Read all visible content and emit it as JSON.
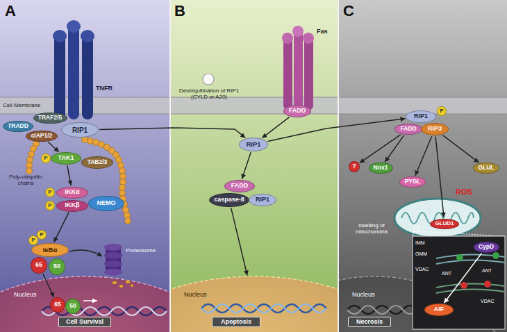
{
  "diagram": {
    "nodes": [
      {
        "text": [
          "TRADD"
        ]
      },
      {
        "text": [
          "TRAF2/5"
        ]
      },
      {
        "text": [
          "cIAP1/2"
        ]
      },
      {
        "text": [
          "RIP1"
        ]
      },
      {
        "text": [
          "P"
        ]
      },
      {
        "text": [
          "TAK1"
        ]
      },
      {
        "text": [
          "TAB2/3"
        ]
      },
      {
        "text": [
          "P"
        ]
      },
      {
        "text": [
          "IKKα"
        ]
      },
      {
        "text": [
          "P"
        ]
      },
      {
        "text": [
          "IKKβ"
        ]
      },
      {
        "text": [
          "NEMO"
        ]
      },
      {
        "text": [
          "P"
        ]
      },
      {
        "text": [
          "P"
        ]
      },
      {
        "text": [
          "IκBα"
        ]
      },
      {
        "text": [
          "65"
        ]
      },
      {
        "text": [
          "50"
        ]
      },
      {
        "text": [
          "Nucleus"
        ]
      },
      {
        "text": [
          "65"
        ],
        "in": 17
      },
      {
        "text": [
          "50"
        ],
        "in": 17
      },
      {
        "text": [
          "Cell Survival"
        ],
        "in": 17
      },
      {
        "text": [
          "FADD"
        ]
      },
      {
        "text": [
          "RIP1"
        ]
      },
      {
        "text": [
          "FADD"
        ]
      },
      {
        "text": [
          "caspase-8"
        ]
      },
      {
        "text": [
          "RIP1"
        ]
      },
      {
        "text": [
          "Nucleus"
        ]
      },
      {
        "text": [
          "Apoptosis"
        ],
        "in": 26
      },
      {
        "text": [
          "RIP1"
        ]
      },
      {
        "text": [
          "P"
        ]
      },
      {
        "text": [
          "FADD"
        ]
      },
      {
        "text": [
          "RIP3"
        ]
      },
      {
        "text": [
          "?"
        ]
      },
      {
        "text": [
          "Nox1"
        ]
      },
      {
        "text": [
          "PYGL"
        ]
      },
      {
        "text": [
          "GLUL"
        ]
      },
      {
        "text": [
          "GLUD1"
        ]
      },
      {
        "text": [
          "Nucleus"
        ]
      },
      {
        "text": [
          "Necrosis"
        ],
        "in": 37
      },
      {
        "text": [
          "CypD"
        ]
      },
      {
        "text": [
          "AIF"
        ]
      }
    ],
    "edges": [
      {
        "from": 2,
        "to": 5,
        "arrow": "to"
      },
      {
        "from": 5,
        "to": 8,
        "arrow": "to"
      },
      {
        "from": 10,
        "to": 14,
        "arrow": "to"
      },
      {
        "from": 15,
        "to": 18,
        "arrow": "to"
      },
      {
        "from": 3,
        "to": 22,
        "arrow": "to"
      },
      {
        "from": 21,
        "to": 22,
        "arrow": "to"
      },
      {
        "from": 22,
        "to": 23,
        "arrow": "to"
      },
      {
        "from": 22,
        "to": 28,
        "arrow": "to"
      },
      {
        "from": 24,
        "to": 26,
        "arrow": "to"
      },
      {
        "from": 30,
        "to": 32,
        "arrow": "to"
      },
      {
        "from": 30,
        "to": 33,
        "arrow": "to"
      },
      {
        "from": 31,
        "to": 34,
        "arrow": "to"
      },
      {
        "from": 31,
        "to": 35,
        "arrow": "to"
      },
      {
        "from": 31,
        "to": 36,
        "arrow": "to"
      },
      {
        "from": 39,
        "to": 40,
        "arrow": "to"
      }
    ],
    "labels": [
      "A",
      "Cell Membrane",
      "TNFR",
      "Poly-ubiquitin chains",
      "Proteosome",
      "B",
      "Fas",
      "Deubiquitination of RIP1 (CYLD or A20)",
      "C",
      "ROS",
      "swelling of mitochondria",
      "IMM",
      "OMM",
      "VDAC",
      "ANT",
      "ANT",
      "VDAC"
    ]
  }
}
